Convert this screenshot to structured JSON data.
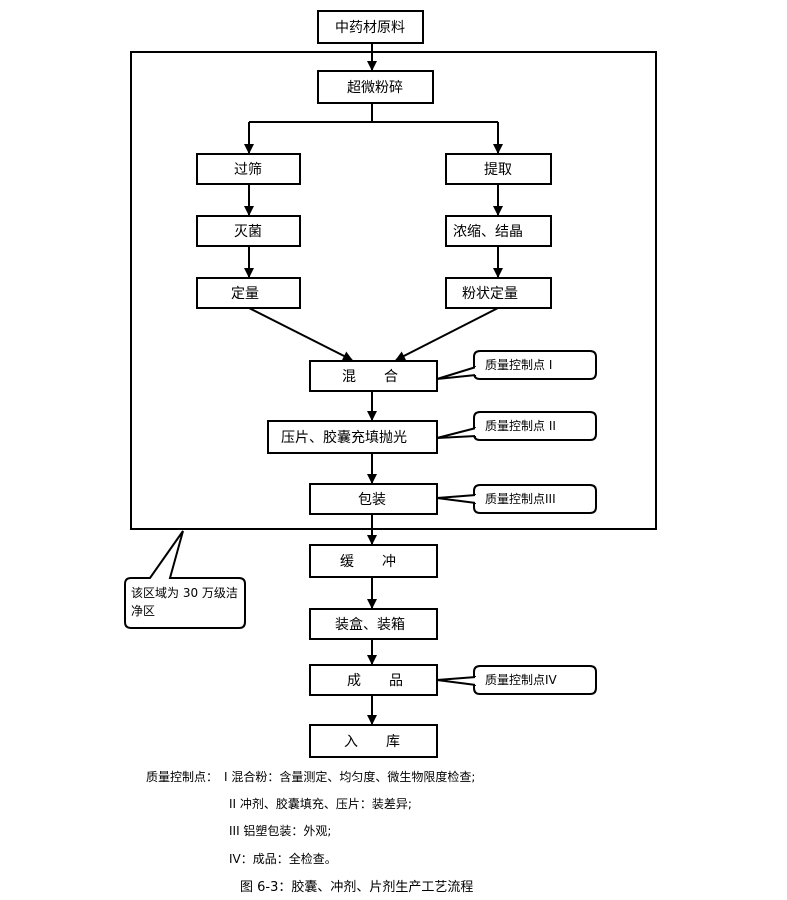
{
  "nodes": {
    "raw": "中药材原料",
    "micronize": "超微粉碎",
    "sieve": "过筛",
    "extract": "提取",
    "sterilize": "灭菌",
    "concentrate": "浓缩、结晶",
    "quantify_left": "定量",
    "quantify_right": "粉状定量",
    "mix": "混　　合",
    "press": "压片、胶囊充填抛光",
    "pack": "包装",
    "buffer": "缓　　冲",
    "box": "装盒、装箱",
    "product": "成　　品",
    "storage": "入　　库"
  },
  "qc_points": {
    "qc1": "质量控制点 I",
    "qc2": "质量控制点 II",
    "qc3": "质量控制点III",
    "qc4": "质量控制点IV"
  },
  "zone_label": "该区域为 30 万级洁净区",
  "legend": {
    "heading": "质量控制点：",
    "line1": "I 混合粉：含量测定、均匀度、微生物限度检查;",
    "line2": "II 冲剂、胶囊填充、压片：装差异;",
    "line3": "III 铝塑包装：外观;",
    "line4": "IV：成品：全检查。"
  },
  "caption": "图 6-3：胶囊、冲剂、片剂生产工艺流程"
}
